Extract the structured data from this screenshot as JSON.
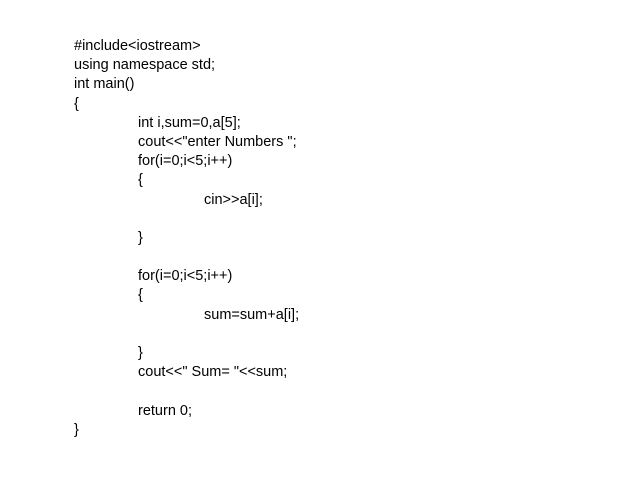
{
  "code": {
    "lines": [
      "#include<iostream>",
      "using namespace std;",
      "int main()",
      "{",
      "int i,sum=0,a[5];",
      "cout<<\"enter Numbers \";",
      "for(i=0;i<5;i++)",
      "{",
      "cin>>a[i];",
      "",
      "}",
      "",
      "for(i=0;i<5;i++)",
      "{",
      "sum=sum+a[i];",
      "",
      "}",
      "cout<<\" Sum= \"<<sum;",
      "",
      "return 0;",
      "}"
    ]
  }
}
